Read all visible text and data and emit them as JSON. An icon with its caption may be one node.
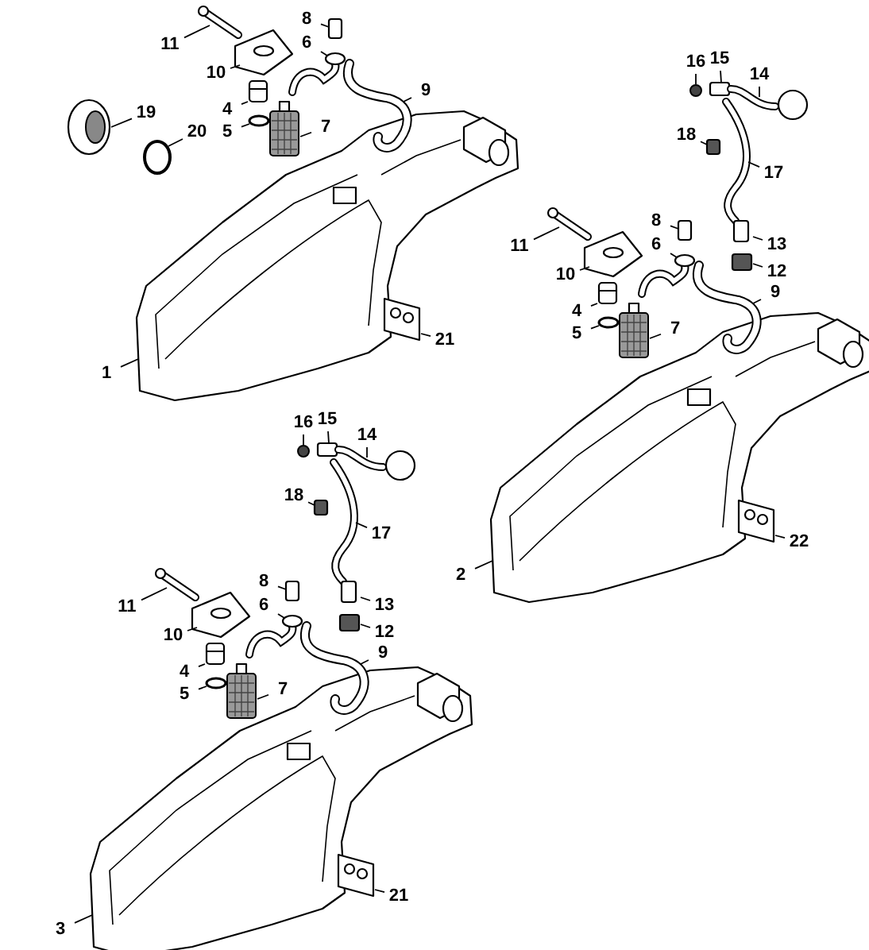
{
  "diagram": {
    "nodes": [
      {
        "text": [
          "11"
        ]
      },
      {
        "text": [
          "10"
        ]
      },
      {
        "text": [
          "8"
        ]
      },
      {
        "text": [
          "6"
        ]
      },
      {
        "text": [
          "9"
        ]
      },
      {
        "text": [
          "4"
        ]
      },
      {
        "text": [
          "5"
        ]
      },
      {
        "text": [
          "7"
        ]
      },
      {
        "text": [
          "19"
        ]
      },
      {
        "text": [
          "20"
        ]
      },
      {
        "text": [
          "21"
        ]
      },
      {
        "text": [
          "1"
        ]
      },
      {
        "text": [
          "16"
        ]
      },
      {
        "text": [
          "15"
        ]
      },
      {
        "text": [
          "14"
        ]
      },
      {
        "text": [
          "18"
        ]
      },
      {
        "text": [
          "17"
        ]
      },
      {
        "text": [
          "11"
        ]
      },
      {
        "text": [
          "8"
        ]
      },
      {
        "text": [
          "6"
        ]
      },
      {
        "text": [
          "13"
        ]
      },
      {
        "text": [
          "10"
        ]
      },
      {
        "text": [
          "12"
        ]
      },
      {
        "text": [
          "9"
        ]
      },
      {
        "text": [
          "4"
        ]
      },
      {
        "text": [
          "5"
        ]
      },
      {
        "text": [
          "7"
        ]
      },
      {
        "text": [
          "2"
        ]
      },
      {
        "text": [
          "22"
        ]
      },
      {
        "text": [
          "16"
        ]
      },
      {
        "text": [
          "15"
        ]
      },
      {
        "text": [
          "14"
        ]
      },
      {
        "text": [
          "18"
        ]
      },
      {
        "text": [
          "17"
        ]
      },
      {
        "text": [
          "11"
        ]
      },
      {
        "text": [
          "8"
        ]
      },
      {
        "text": [
          "6"
        ]
      },
      {
        "text": [
          "13"
        ]
      },
      {
        "text": [
          "10"
        ]
      },
      {
        "text": [
          "12"
        ]
      },
      {
        "text": [
          "9"
        ]
      },
      {
        "text": [
          "4"
        ]
      },
      {
        "text": [
          "5"
        ]
      },
      {
        "text": [
          "7"
        ]
      },
      {
        "text": [
          "21"
        ]
      },
      {
        "text": [
          "3"
        ]
      },
      {
        "text": [],
        "shape": "picture"
      },
      {
        "text": [],
        "shape": "picture"
      },
      {
        "text": [],
        "shape": "box"
      },
      {
        "text": [],
        "shape": "picture"
      },
      {
        "text": [],
        "shape": "picture"
      },
      {
        "text": [],
        "shape": "picture"
      },
      {
        "text": [],
        "shape": "circle"
      },
      {
        "text": [],
        "shape": "picture"
      },
      {
        "text": [],
        "shape": "picture"
      },
      {
        "text": [],
        "shape": "circle"
      },
      {
        "text": [],
        "shape": "picture"
      },
      {
        "text": [],
        "shape": "picture"
      },
      {
        "text": [],
        "shape": "circle"
      },
      {
        "text": [],
        "shape": "box"
      },
      {
        "text": [],
        "shape": "picture"
      },
      {
        "text": [],
        "shape": "box"
      },
      {
        "text": [],
        "shape": "picture"
      },
      {
        "text": [],
        "shape": "picture"
      },
      {
        "text": [],
        "shape": "box"
      },
      {
        "text": [],
        "shape": "picture"
      },
      {
        "text": [],
        "shape": "box"
      },
      {
        "text": [],
        "shape": "picture"
      },
      {
        "text": [],
        "shape": "box"
      },
      {
        "text": [],
        "shape": "picture"
      },
      {
        "text": [],
        "shape": "picture"
      },
      {
        "text": [],
        "shape": "circle"
      },
      {
        "text": [],
        "shape": "picture"
      },
      {
        "text": [],
        "shape": "picture"
      },
      {
        "text": [],
        "shape": "picture"
      },
      {
        "text": [],
        "shape": "circle"
      },
      {
        "text": [],
        "shape": "box"
      },
      {
        "text": [],
        "shape": "picture"
      },
      {
        "text": [],
        "shape": "box"
      },
      {
        "text": [],
        "shape": "picture"
      },
      {
        "text": [],
        "shape": "picture"
      },
      {
        "text": [],
        "shape": "box"
      },
      {
        "text": [],
        "shape": "picture"
      },
      {
        "text": [],
        "shape": "box"
      },
      {
        "text": [],
        "shape": "picture"
      },
      {
        "text": [],
        "shape": "box"
      },
      {
        "text": [],
        "shape": "picture"
      },
      {
        "text": [],
        "shape": "picture"
      },
      {
        "text": [],
        "shape": "circle"
      },
      {
        "text": [],
        "shape": "picture"
      },
      {
        "text": [],
        "shape": "picture"
      },
      {
        "text": [],
        "shape": "picture"
      }
    ],
    "edges": [
      {
        "from": 0,
        "to": 46,
        "arrow": "none"
      },
      {
        "from": 1,
        "to": 47,
        "arrow": "none"
      },
      {
        "from": 2,
        "to": 48,
        "arrow": "none"
      },
      {
        "from": 3,
        "to": 49,
        "arrow": "none"
      },
      {
        "from": 4,
        "to": 50,
        "arrow": "none"
      },
      {
        "from": 5,
        "to": 51,
        "arrow": "none"
      },
      {
        "from": 6,
        "to": 52,
        "arrow": "none"
      },
      {
        "from": 7,
        "to": 53,
        "arrow": "none"
      },
      {
        "from": 8,
        "to": 54,
        "arrow": "none"
      },
      {
        "from": 9,
        "to": 55,
        "arrow": "none"
      },
      {
        "from": 10,
        "to": 56,
        "arrow": "none"
      },
      {
        "from": 11,
        "to": 57,
        "arrow": "none"
      },
      {
        "from": 12,
        "to": 58,
        "arrow": "none"
      },
      {
        "from": 13,
        "to": 59,
        "arrow": "none"
      },
      {
        "from": 14,
        "to": 60,
        "arrow": "none"
      },
      {
        "from": 15,
        "to": 61,
        "arrow": "none"
      },
      {
        "from": 16,
        "to": 62,
        "arrow": "none"
      },
      {
        "from": 17,
        "to": 63,
        "arrow": "none"
      },
      {
        "from": 18,
        "to": 64,
        "arrow": "none"
      },
      {
        "from": 19,
        "to": 65,
        "arrow": "none"
      },
      {
        "from": 20,
        "to": 66,
        "arrow": "none"
      },
      {
        "from": 21,
        "to": 67,
        "arrow": "none"
      },
      {
        "from": 22,
        "to": 68,
        "arrow": "none"
      },
      {
        "from": 23,
        "to": 69,
        "arrow": "none"
      },
      {
        "from": 24,
        "to": 70,
        "arrow": "none"
      },
      {
        "from": 25,
        "to": 71,
        "arrow": "none"
      },
      {
        "from": 26,
        "to": 72,
        "arrow": "none"
      },
      {
        "from": 27,
        "to": 73,
        "arrow": "none"
      },
      {
        "from": 28,
        "to": 74,
        "arrow": "none"
      },
      {
        "from": 29,
        "to": 75,
        "arrow": "none"
      },
      {
        "from": 30,
        "to": 76,
        "arrow": "none"
      },
      {
        "from": 31,
        "to": 77,
        "arrow": "none"
      },
      {
        "from": 32,
        "to": 78,
        "arrow": "none"
      },
      {
        "from": 33,
        "to": 79,
        "arrow": "none"
      },
      {
        "from": 34,
        "to": 80,
        "arrow": "none"
      },
      {
        "from": 35,
        "to": 81,
        "arrow": "none"
      },
      {
        "from": 36,
        "to": 82,
        "arrow": "none"
      },
      {
        "from": 37,
        "to": 83,
        "arrow": "none"
      },
      {
        "from": 38,
        "to": 84,
        "arrow": "none"
      },
      {
        "from": 39,
        "to": 85,
        "arrow": "none"
      },
      {
        "from": 40,
        "to": 86,
        "arrow": "none"
      },
      {
        "from": 41,
        "to": 87,
        "arrow": "none"
      },
      {
        "from": 42,
        "to": 88,
        "arrow": "none"
      },
      {
        "from": 43,
        "to": 89,
        "arrow": "none"
      },
      {
        "from": 44,
        "to": 90,
        "arrow": "none"
      },
      {
        "from": 45,
        "to": 91,
        "arrow": "none"
      }
    ]
  }
}
